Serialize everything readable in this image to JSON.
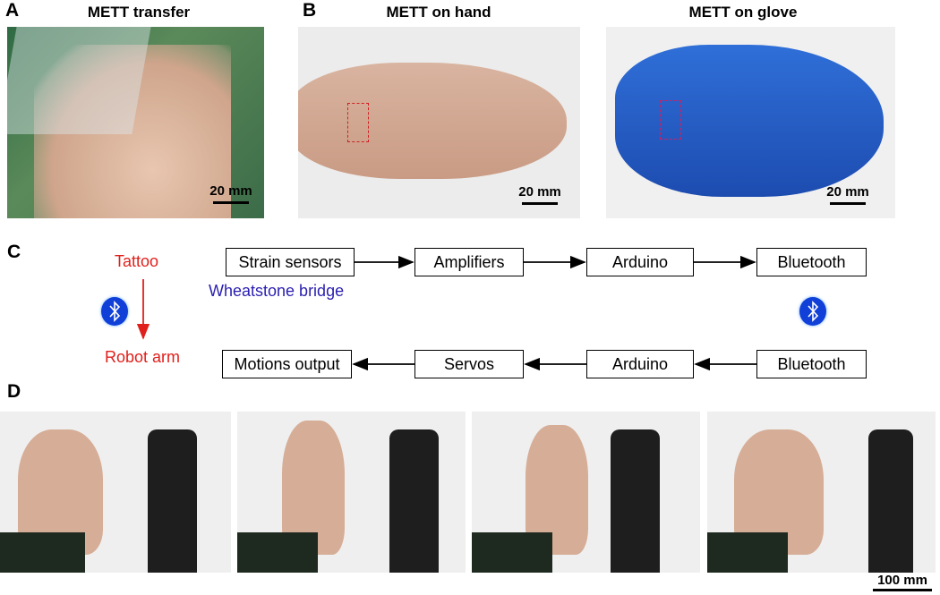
{
  "panel_a": {
    "label": "A",
    "title": "METT transfer",
    "scale": "20 mm"
  },
  "panel_b": {
    "label": "B",
    "title_hand": "METT on hand",
    "title_glove": "METT on glove",
    "scale_hand": "20 mm",
    "scale_glove": "20 mm"
  },
  "panel_c": {
    "label": "C",
    "tattoo": "Tattoo",
    "robot_arm": "Robot arm",
    "wheatstone": "Wheatstone bridge",
    "top_row": [
      "Strain sensors",
      "Amplifiers",
      "Arduino",
      "Bluetooth"
    ],
    "bottom_row": [
      "Motions output",
      "Servos",
      "Arduino",
      "Bluetooth"
    ],
    "bluetooth_icon": "bluetooth-icon",
    "colors": {
      "red": "#e0201c",
      "blue": "#2a1fb0",
      "bt": "#1040d8"
    }
  },
  "panel_d": {
    "label": "D",
    "scale": "100 mm"
  }
}
